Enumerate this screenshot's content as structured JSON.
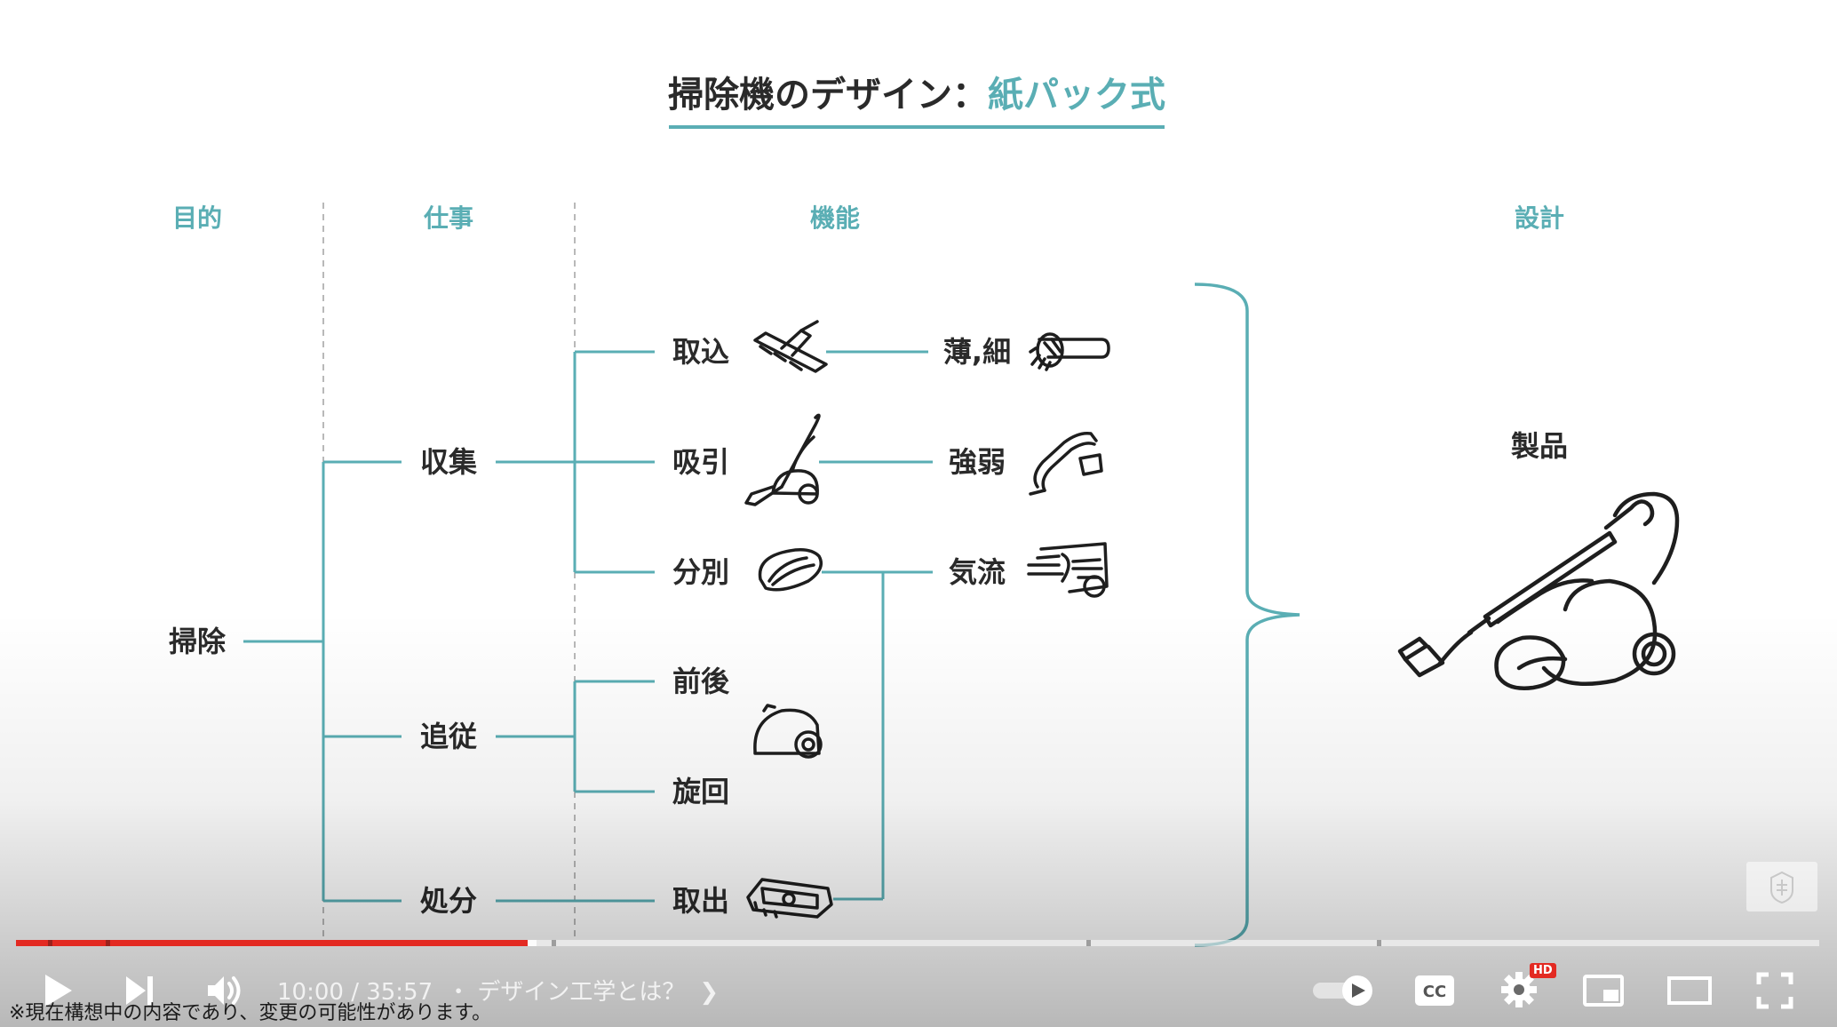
{
  "slide": {
    "title_prefix": "掃除機のデザイン：",
    "title_highlight": "紙パック式",
    "columns": {
      "purpose": "目的",
      "job": "仕事",
      "function": "機能",
      "design": "設計"
    },
    "purpose": "掃除",
    "jobs": [
      "収集",
      "追従",
      "処分"
    ],
    "functions": [
      "取込",
      "吸引",
      "分別",
      "前後",
      "旋回",
      "取出"
    ],
    "design_items": [
      "薄,細",
      "強弱",
      "気流"
    ],
    "product": "製品"
  },
  "player": {
    "time": "10:00 / 35:57",
    "chapter": "・ デザイン工学とは？",
    "hd_badge": "HD",
    "cc_label": "CC",
    "played_fraction": 0.2839,
    "buffered_fraction": 0.2889,
    "chapter_marks": [
      0.0177,
      0.0496,
      0.2968,
      0.5936,
      0.7546
    ]
  },
  "disclaimer": "※現在構想中の内容であり、変更の可能性があります。",
  "colors": {
    "accent_teal": "#5aaeb4",
    "progress_red": "#e32a22",
    "text_dark": "#2a2a2a"
  }
}
